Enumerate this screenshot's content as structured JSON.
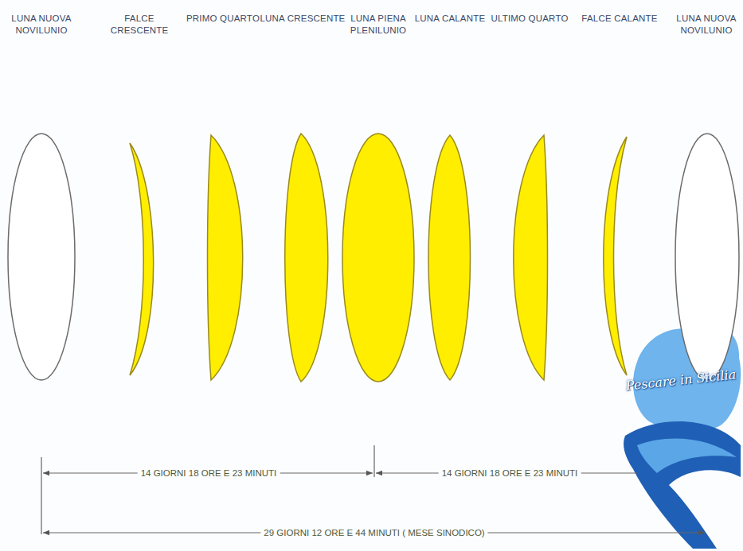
{
  "diagram": {
    "nodes": [
      {
        "text": [
          "LUNA NUOVA NOVILUNIO"
        ]
      },
      {
        "text": [
          "FALCE CRESCENTE"
        ]
      },
      {
        "text": [
          "PRIMO QUARTO"
        ]
      },
      {
        "text": [
          "LUNA CRESCENTE"
        ]
      },
      {
        "text": [
          "LUNA PIENA PLENILUNIO"
        ]
      },
      {
        "text": [
          "LUNA CALANTE"
        ]
      },
      {
        "text": [
          "ULTIMO QUARTO"
        ]
      },
      {
        "text": [
          "FALCE CALANTE"
        ]
      },
      {
        "text": [
          "LUNA NUOVA NOVILUNIO"
        ]
      }
    ],
    "labels": [
      "14 GIORNI 18 ORE E 23 MINUTI",
      "14 GIORNI 18 ORE E 23 MINUTI",
      "29 GIORNI 12 ORE E 44 MINUTI ( MESE SINODICO)",
      "Pescare in Sicilia"
    ]
  }
}
